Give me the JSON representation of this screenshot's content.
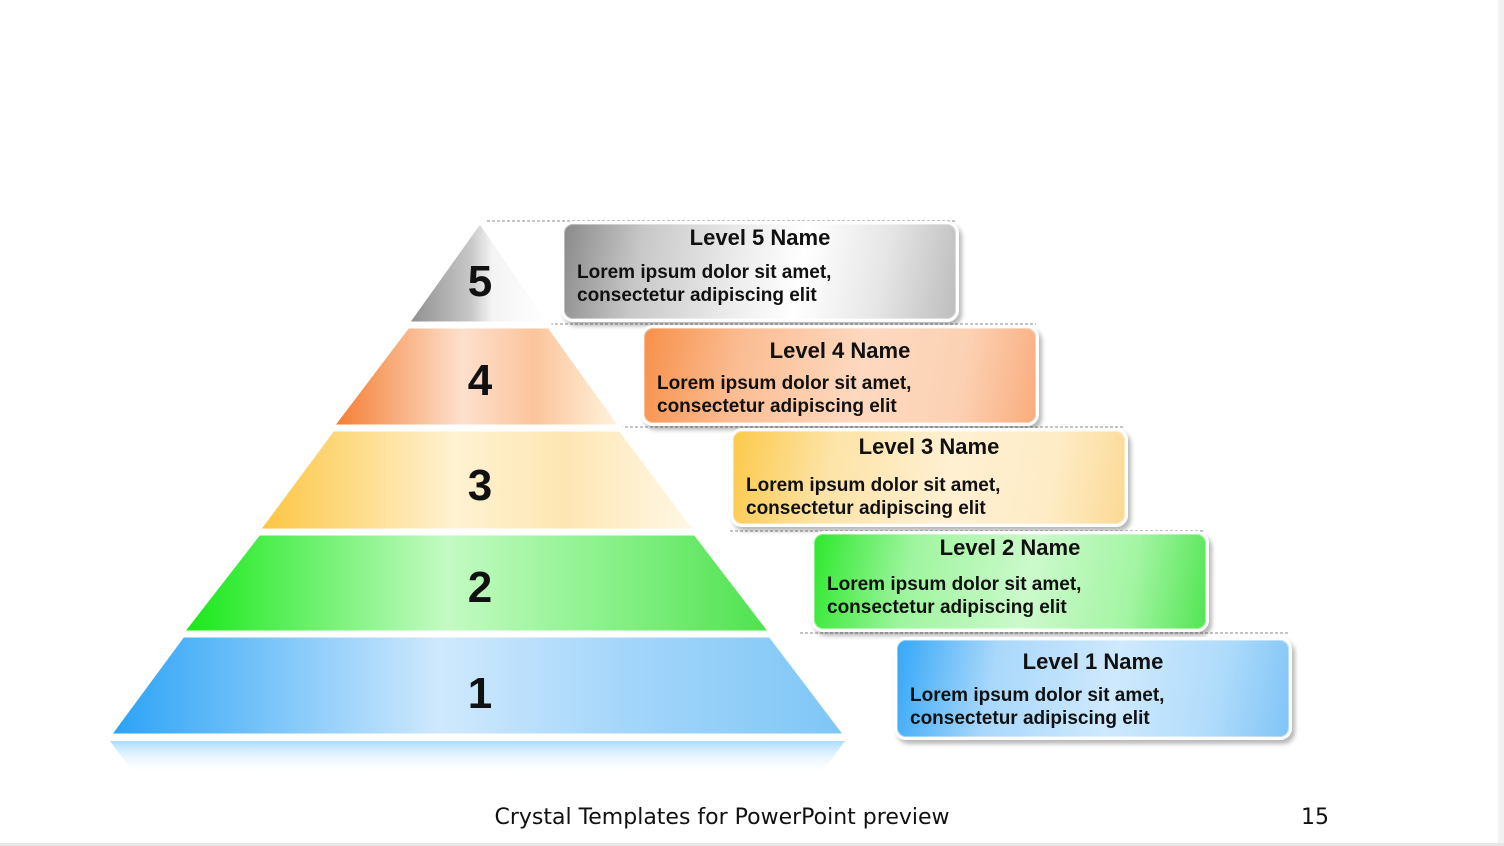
{
  "slide": {
    "footer": "Crystal Templates for PowerPoint preview",
    "page_number": "15"
  },
  "colors": {
    "level5": "#b5b5b5",
    "level4": "#f7904a",
    "level3": "#fbc94a",
    "level2": "#2ee82e",
    "level1": "#35a7f7"
  },
  "pyramid": {
    "levels": [
      {
        "number": "1",
        "name": "Level 1 Name",
        "text": "Lorem ipsum dolor sit amet,\nconsectetur adipiscing elit"
      },
      {
        "number": "2",
        "name": "Level 2 Name",
        "text": "Lorem ipsum dolor sit amet,\nconsectetur adipiscing elit"
      },
      {
        "number": "3",
        "name": "Level 3 Name",
        "text": "Lorem ipsum dolor sit amet,\nconsectetur adipiscing elit"
      },
      {
        "number": "4",
        "name": "Level 4 Name",
        "text": "Lorem ipsum dolor sit amet,\nconsectetur adipiscing elit"
      },
      {
        "number": "5",
        "name": "Level 5 Name",
        "text": "Lorem ipsum dolor sit amet,\nconsectetur adipiscing elit"
      }
    ]
  }
}
